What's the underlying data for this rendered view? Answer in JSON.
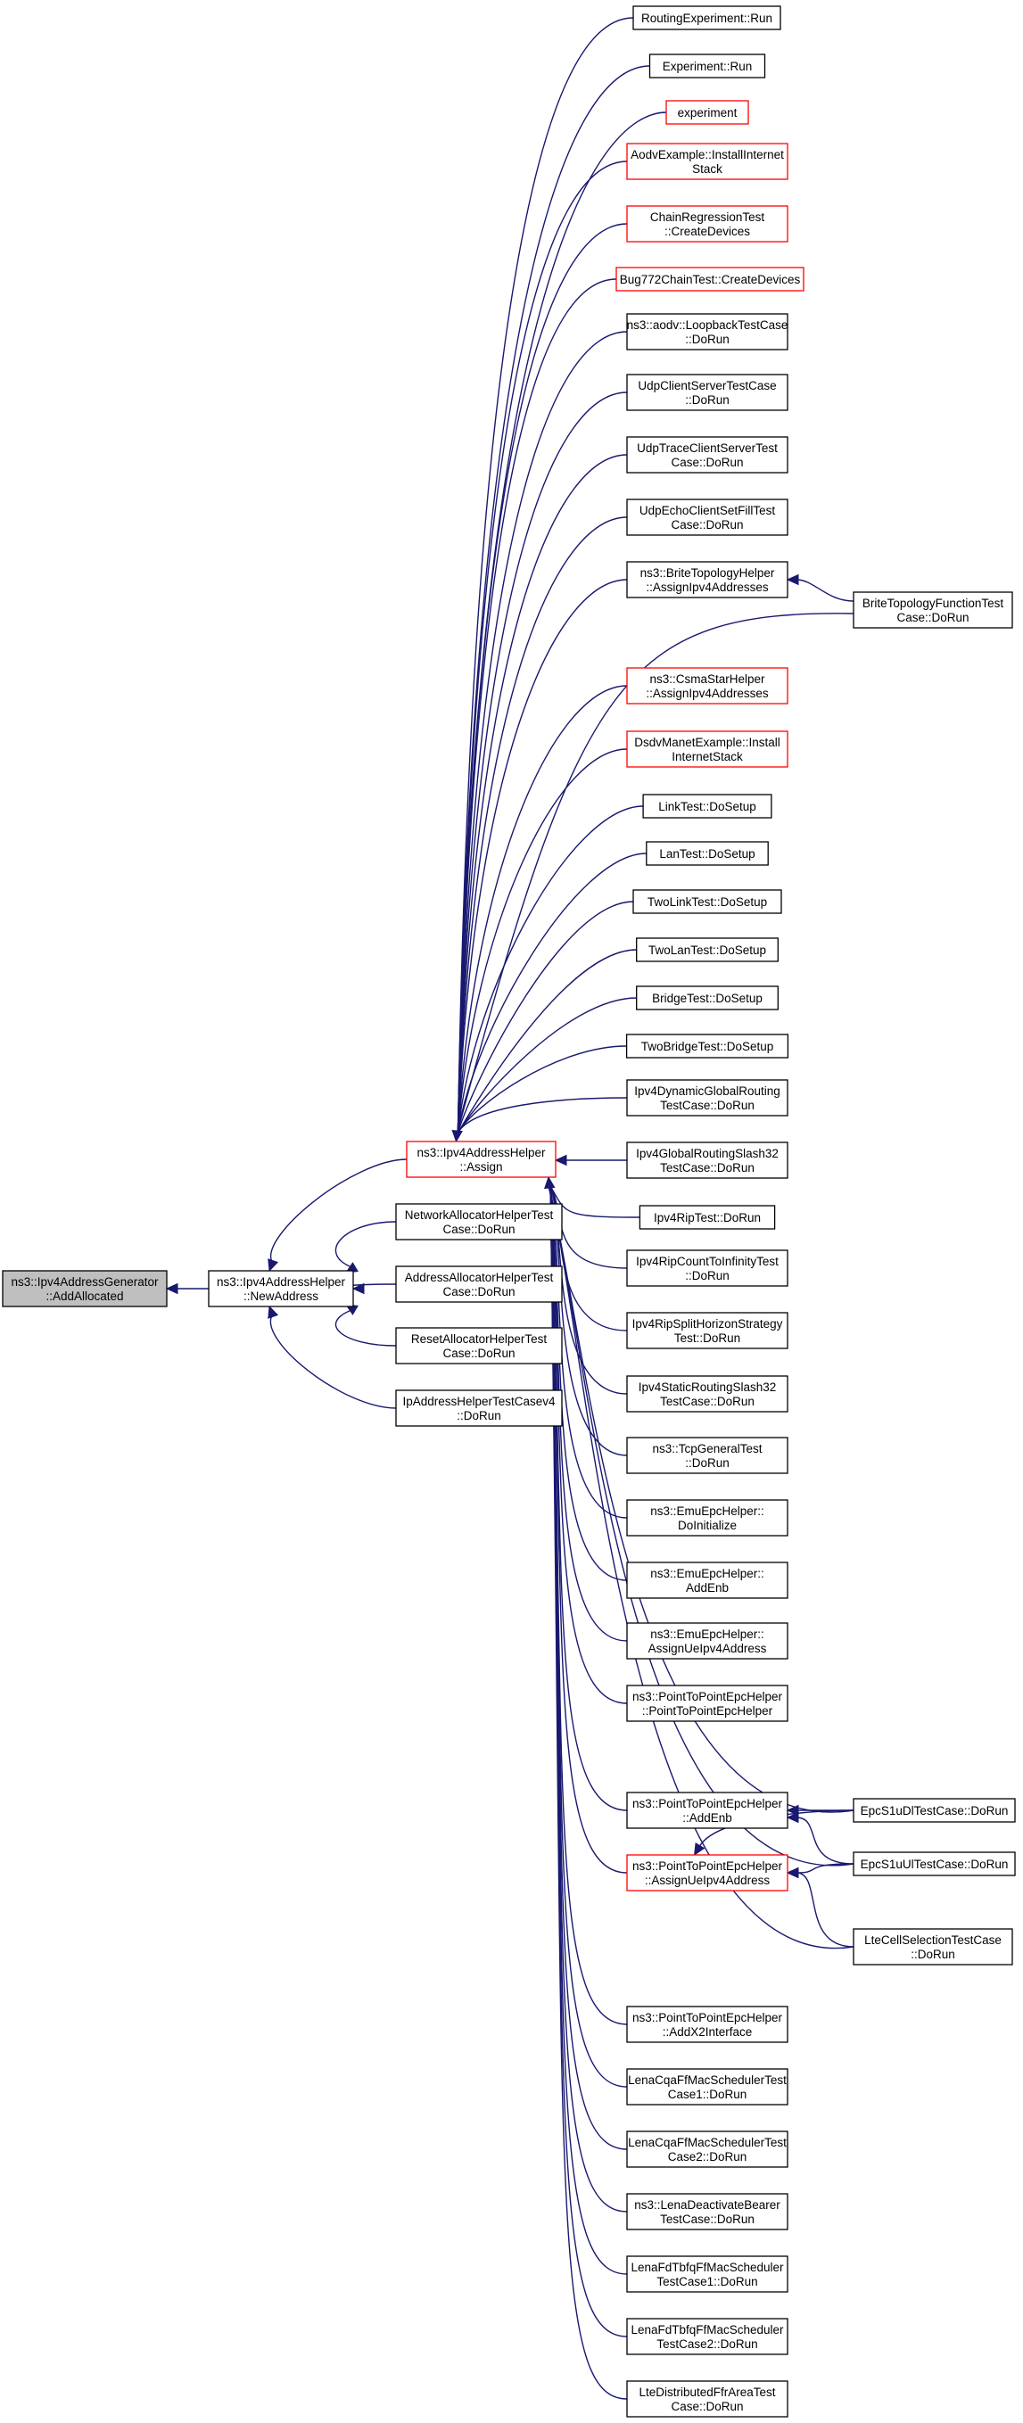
{
  "graph": {
    "colors": {
      "edge": "#191970",
      "box_border": "#000000",
      "box_border_undocumented": "#ff0000",
      "root_fill": "#bfbfbf"
    },
    "root": {
      "id": "root",
      "lines": [
        "ns3::Ipv4AddressGenerator",
        "::AddAllocated"
      ]
    },
    "nodes": [
      {
        "id": "newaddress",
        "lines": [
          "ns3::Ipv4AddressHelper",
          "::NewAddress"
        ]
      },
      {
        "id": "assign",
        "lines": [
          "ns3::Ipv4AddressHelper",
          "::Assign"
        ],
        "red": true
      },
      {
        "id": "nah",
        "lines": [
          "NetworkAllocatorHelperTest",
          "Case::DoRun"
        ]
      },
      {
        "id": "aah",
        "lines": [
          "AddressAllocatorHelperTest",
          "Case::DoRun"
        ]
      },
      {
        "id": "rah",
        "lines": [
          "ResetAllocatorHelperTest",
          "Case::DoRun"
        ]
      },
      {
        "id": "iah",
        "lines": [
          "IpAddressHelperTestCasev4",
          "::DoRun"
        ]
      },
      {
        "id": "n0",
        "lines": [
          "RoutingExperiment::Run"
        ]
      },
      {
        "id": "n1",
        "lines": [
          "Experiment::Run"
        ]
      },
      {
        "id": "n2",
        "lines": [
          "experiment"
        ],
        "red": true
      },
      {
        "id": "n3",
        "lines": [
          "AodvExample::InstallInternet",
          "Stack"
        ],
        "red": true
      },
      {
        "id": "n4",
        "lines": [
          "ChainRegressionTest",
          "::CreateDevices"
        ],
        "red": true
      },
      {
        "id": "n5",
        "lines": [
          "Bug772ChainTest::CreateDevices"
        ],
        "red": true
      },
      {
        "id": "n6",
        "lines": [
          "ns3::aodv::LoopbackTestCase",
          "::DoRun"
        ]
      },
      {
        "id": "n7",
        "lines": [
          "UdpClientServerTestCase",
          "::DoRun"
        ]
      },
      {
        "id": "n8",
        "lines": [
          "UdpTraceClientServerTest",
          "Case::DoRun"
        ]
      },
      {
        "id": "n9",
        "lines": [
          "UdpEchoClientSetFillTest",
          "Case::DoRun"
        ]
      },
      {
        "id": "n10",
        "lines": [
          "ns3::BriteTopologyHelper",
          "::AssignIpv4Addresses"
        ]
      },
      {
        "id": "n11",
        "lines": [
          "ns3::CsmaStarHelper",
          "::AssignIpv4Addresses"
        ],
        "red": true
      },
      {
        "id": "n12",
        "lines": [
          "DsdvManetExample::Install",
          "InternetStack"
        ],
        "red": true
      },
      {
        "id": "n13",
        "lines": [
          "LinkTest::DoSetup"
        ]
      },
      {
        "id": "n14",
        "lines": [
          "LanTest::DoSetup"
        ]
      },
      {
        "id": "n15",
        "lines": [
          "TwoLinkTest::DoSetup"
        ]
      },
      {
        "id": "n16",
        "lines": [
          "TwoLanTest::DoSetup"
        ]
      },
      {
        "id": "n17",
        "lines": [
          "BridgeTest::DoSetup"
        ]
      },
      {
        "id": "n18",
        "lines": [
          "TwoBridgeTest::DoSetup"
        ]
      },
      {
        "id": "n19",
        "lines": [
          "Ipv4DynamicGlobalRouting",
          "TestCase::DoRun"
        ]
      },
      {
        "id": "n20",
        "lines": [
          "Ipv4GlobalRoutingSlash32",
          "TestCase::DoRun"
        ]
      },
      {
        "id": "n21",
        "lines": [
          "Ipv4RipTest::DoRun"
        ]
      },
      {
        "id": "n22",
        "lines": [
          "Ipv4RipCountToInfinityTest",
          "::DoRun"
        ]
      },
      {
        "id": "n23",
        "lines": [
          "Ipv4RipSplitHorizonStrategy",
          "Test::DoRun"
        ]
      },
      {
        "id": "n24",
        "lines": [
          "Ipv4StaticRoutingSlash32",
          "TestCase::DoRun"
        ]
      },
      {
        "id": "n25",
        "lines": [
          "ns3::TcpGeneralTest",
          "::DoRun"
        ]
      },
      {
        "id": "n26",
        "lines": [
          "ns3::EmuEpcHelper::",
          "DoInitialize"
        ]
      },
      {
        "id": "n27",
        "lines": [
          "ns3::EmuEpcHelper::",
          "AddEnb"
        ]
      },
      {
        "id": "n28",
        "lines": [
          "ns3::EmuEpcHelper::",
          "AssignUeIpv4Address"
        ]
      },
      {
        "id": "n29",
        "lines": [
          "ns3::PointToPointEpcHelper",
          "::PointToPointEpcHelper"
        ]
      },
      {
        "id": "n30",
        "lines": [
          "ns3::PointToPointEpcHelper",
          "::AddEnb"
        ]
      },
      {
        "id": "n31",
        "lines": [
          "ns3::PointToPointEpcHelper",
          "::AssignUeIpv4Address"
        ],
        "red": true
      },
      {
        "id": "n32",
        "lines": [
          "ns3::PointToPointEpcHelper",
          "::AddX2Interface"
        ]
      },
      {
        "id": "n33",
        "lines": [
          "LenaCqaFfMacSchedulerTest",
          "Case1::DoRun"
        ]
      },
      {
        "id": "n34",
        "lines": [
          "LenaCqaFfMacSchedulerTest",
          "Case2::DoRun"
        ]
      },
      {
        "id": "n35",
        "lines": [
          "ns3::LenaDeactivateBearer",
          "TestCase::DoRun"
        ]
      },
      {
        "id": "n36",
        "lines": [
          "LenaFdTbfqFfMacScheduler",
          "TestCase1::DoRun"
        ]
      },
      {
        "id": "n37",
        "lines": [
          "LenaFdTbfqFfMacScheduler",
          "TestCase2::DoRun"
        ]
      },
      {
        "id": "n38",
        "lines": [
          "LteDistributedFfrAreaTest",
          "Case::DoRun"
        ]
      },
      {
        "id": "brite",
        "lines": [
          "BriteTopologyFunctionTest",
          "Case::DoRun"
        ]
      },
      {
        "id": "s1dl",
        "lines": [
          "EpcS1uDlTestCase::DoRun"
        ]
      },
      {
        "id": "s1ul",
        "lines": [
          "EpcS1uUlTestCase::DoRun"
        ]
      },
      {
        "id": "ltecell",
        "lines": [
          "LteCellSelectionTestCase",
          "::DoRun"
        ]
      }
    ]
  }
}
